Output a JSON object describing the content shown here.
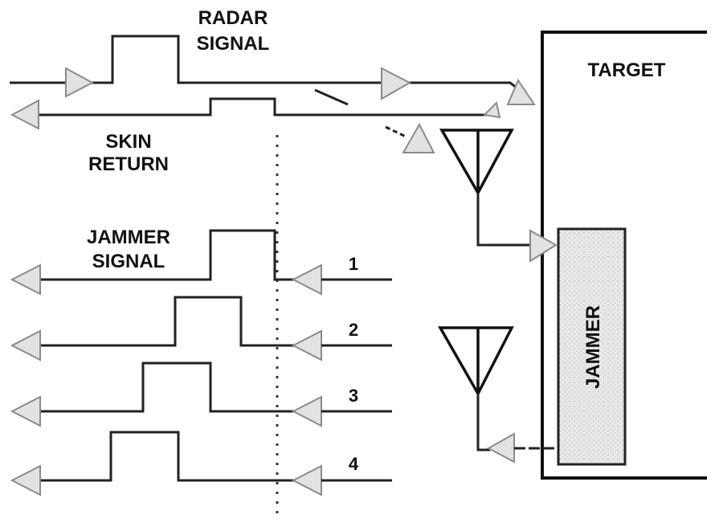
{
  "labels": {
    "radar_signal": [
      "RADAR",
      "SIGNAL"
    ],
    "skin_return": [
      "SKIN",
      "RETURN"
    ],
    "jammer_signal": [
      "JAMMER",
      "SIGNAL"
    ],
    "target": "TARGET",
    "jammer": "JAMMER"
  },
  "jammer_rows": [
    "1",
    "2",
    "3",
    "4"
  ],
  "colors": {
    "line": "#222222",
    "arrow_fill": "#e2e2e2",
    "jammer_box": "#e6e6e6"
  }
}
